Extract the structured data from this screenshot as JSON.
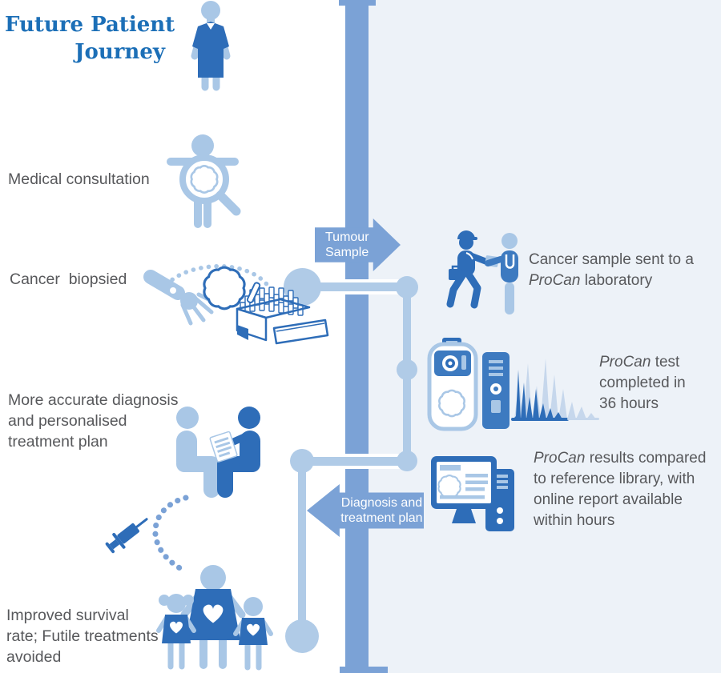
{
  "palette": {
    "title": "#1c6fb7",
    "grey": "#57585b",
    "dark": "#2e6db8",
    "mid": "#3d7ac0",
    "light": "#a9c7e6",
    "lighter": "#c6d7ec",
    "bar": "#7ba2d6",
    "connector": "#b0cbe7",
    "panel": "#edf2f8"
  },
  "title": "Future Patient\nJourney",
  "left_column": {
    "steps": [
      {
        "label": "Medical consultation",
        "icon": "self-exam-magnifier-icon"
      },
      {
        "label": "Cancer  biopsied",
        "icon": "biopsy-sample-icon"
      },
      {
        "label": "More accurate diagnosis\nand personalised\ntreatment plan",
        "icon": "doctor-consult-icon"
      },
      {
        "label": "Improved survival\nrate; Futile treatments\navoided",
        "icon": "family-hearts-icon"
      }
    ]
  },
  "arrows": {
    "tumour": {
      "label": "Tumour\nSample",
      "direction": "right"
    },
    "diagnosis": {
      "label": "Diagnosis and\ntreatment plan",
      "direction": "left"
    }
  },
  "right_steps": [
    {
      "icon": "courier-handoff-icon",
      "line1": "Cancer sample sent to a",
      "brand": "ProCan",
      "brand_suffix": " laboratory"
    },
    {
      "icon": "mass-spectrometer-icon",
      "brand": "ProCan",
      "brand_suffix": " test",
      "line2": "completed in",
      "line3": "36 hours"
    },
    {
      "icon": "report-monitor-icon",
      "brand": "ProCan",
      "brand_suffix": " results compared",
      "line2": "to reference library, with",
      "line3": "online report available",
      "line4": "within hours"
    }
  ],
  "icon_names": [
    "hospital-patient-icon",
    "self-exam-magnifier-icon",
    "biopsy-hand-icon",
    "tumour-cells-icon",
    "sample-rack-icon",
    "courier-handoff-icon",
    "mass-spectrometer-icon",
    "computer-tower-icon",
    "spectrum-peaks-icon",
    "doctor-consult-icon",
    "syringe-icon",
    "dotted-path-icon",
    "report-monitor-icon",
    "family-hearts-icon",
    "timeline-bar",
    "connector-node"
  ]
}
